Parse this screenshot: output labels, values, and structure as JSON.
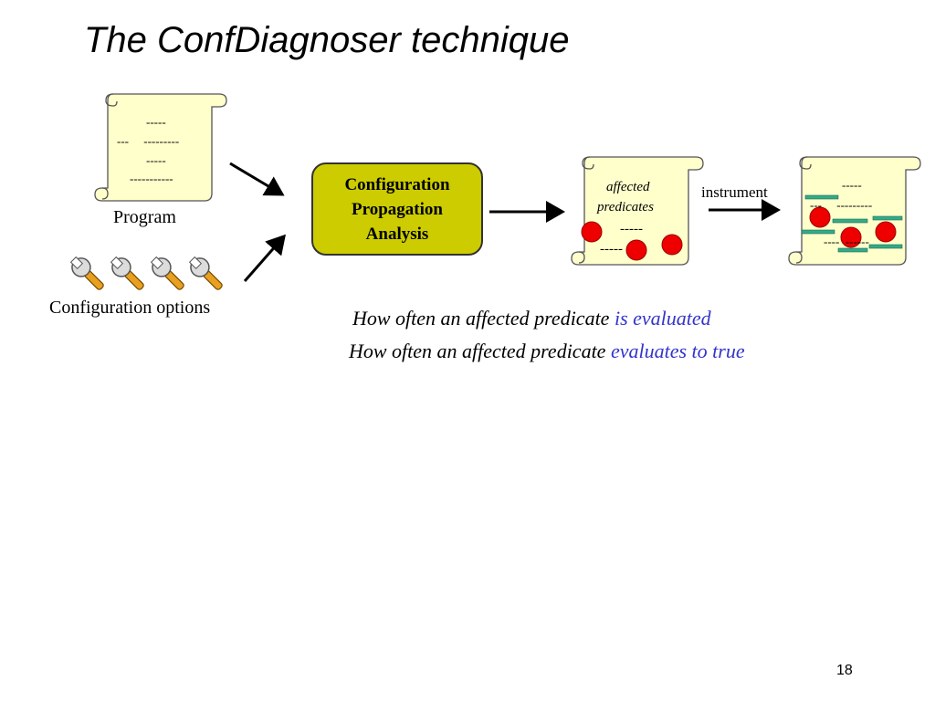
{
  "slide": {
    "title": "The ConfDiagnoser technique",
    "page_number": "18"
  },
  "program": {
    "label": "Program",
    "code_lines": [
      "-----",
      "---     ---------",
      "-----",
      "-----------"
    ]
  },
  "config": {
    "label": "Configuration options",
    "icon_count": 4,
    "icon": "wrench-icon"
  },
  "analysis_box": {
    "lines": [
      "Configuration",
      "Propagation",
      "Analysis"
    ],
    "fill": "#cccc00"
  },
  "affected_scroll": {
    "caption_lines": [
      "affected",
      "predicates"
    ],
    "code_lines": [
      "-----",
      "-----"
    ]
  },
  "instrument": {
    "label": "instrument"
  },
  "instrumented_scroll": {
    "code_lines": [
      "-----",
      "---     ---------",
      "----  ------"
    ]
  },
  "questions": [
    {
      "prefix": "How often an affected predicate ",
      "highlight": "is evaluated"
    },
    {
      "prefix": "How often an affected predicate ",
      "highlight": "evaluates to true"
    }
  ],
  "colors": {
    "scroll_fill": "#ffffcc",
    "predicate_dot": "#ee0000",
    "probe_bar": "#33aa88",
    "highlight_text": "#3333cc"
  }
}
